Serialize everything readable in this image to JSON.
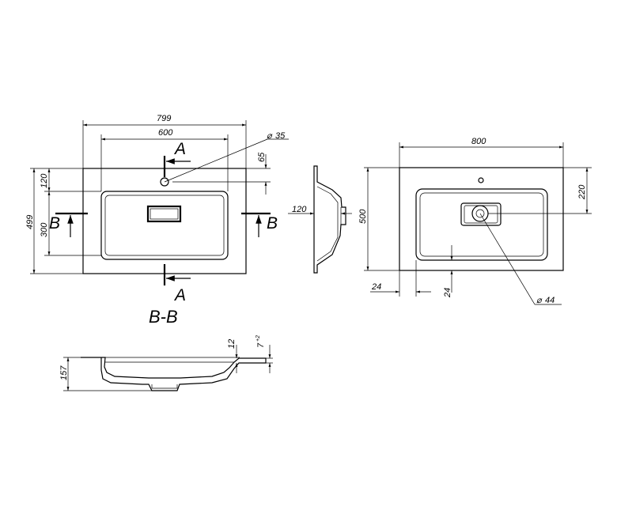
{
  "top_view": {
    "width_overall": "799",
    "width_bowl": "600",
    "hole_diameter": "35",
    "hole_offset": "65",
    "depth_overall": "499",
    "back_to_bowl": "120",
    "bowl_depth": "300",
    "section_a_top": "A",
    "section_a_bottom": "A",
    "section_b_left": "B",
    "section_b_right": "B"
  },
  "side_view": {
    "back_offset": "120"
  },
  "plan_view": {
    "width_overall": "800",
    "depth_overall": "500",
    "drain_offset": "220",
    "side_margin": "24",
    "front_margin": "24",
    "drain_diameter": "44"
  },
  "section_view": {
    "title": "B-B",
    "height": "157",
    "rim_thickness": "12",
    "edge_height": "7",
    "edge_tolerance": "+2"
  }
}
